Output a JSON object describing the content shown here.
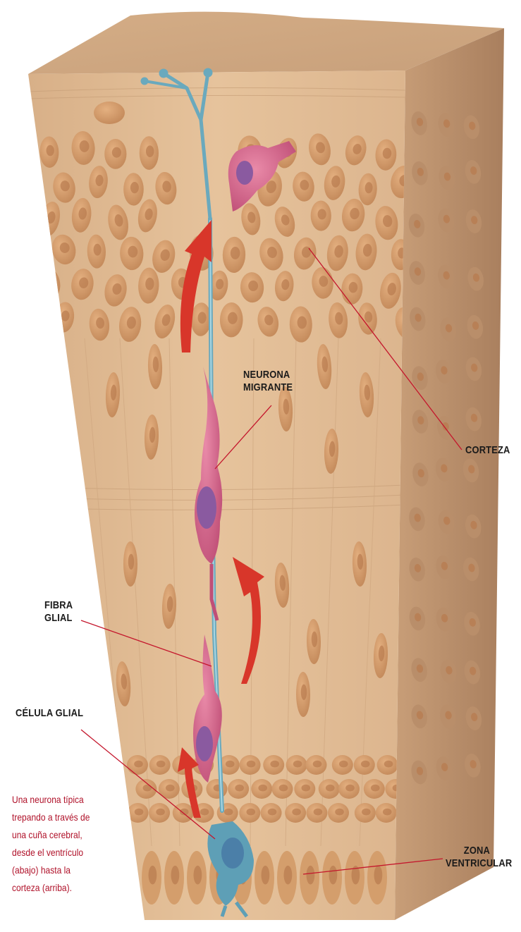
{
  "labels": {
    "migrating_neuron": [
      "NEURONA",
      "MIGRANTE"
    ],
    "cortex": "CORTEZA",
    "glial_fiber": [
      "FIBRA",
      "GLIAL"
    ],
    "glial_cell": "CÉLULA GLIAL",
    "ventricular_zone": [
      "ZONA",
      "VENTRICULAR"
    ]
  },
  "caption": [
    "Una neurona típica",
    "trepando a través de",
    "una cuña cerebral,",
    "desde el ventrículo",
    "(abajo) hasta la",
    "corteza (arriba)."
  ],
  "colors": {
    "tissue": "#e2bd94",
    "tissue_top": "#d6b28b",
    "tissue_side": "#c49a76",
    "cell": "#d29a6a",
    "nucleus": "#b87a4e",
    "glial_fiber": "#6aa9bd",
    "neuron": "#d2668a",
    "neuron_nucleus": "#8a5aa0",
    "arrow": "#d8362a",
    "leader_line": "#c4162c",
    "caption_text": "#b0122a"
  }
}
